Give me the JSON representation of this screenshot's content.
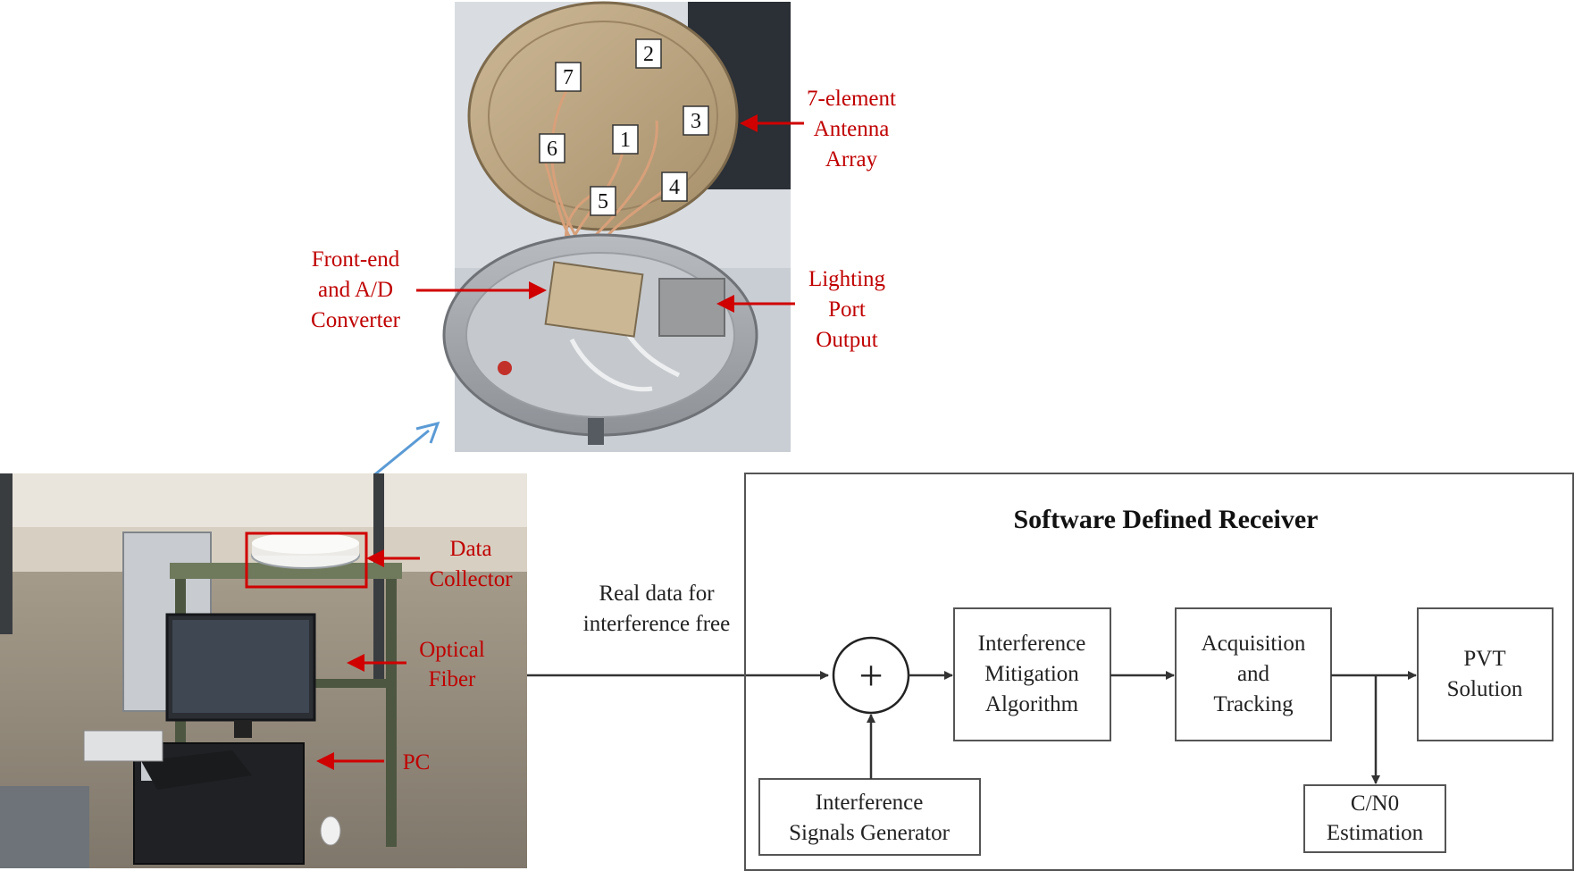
{
  "top_photo": {
    "antenna_numbers": [
      "1",
      "2",
      "3",
      "4",
      "5",
      "6",
      "7"
    ],
    "labels": {
      "antenna_array": [
        "7-element",
        "Antenna",
        "Array"
      ],
      "front_end": [
        "Front-end",
        "and A/D",
        "Converter"
      ],
      "lighting_port": [
        "Lighting",
        "Port",
        "Output"
      ]
    }
  },
  "bottom_photo": {
    "labels": {
      "data_collector": [
        "Data",
        "Collector"
      ],
      "optical_fiber": [
        "Optical",
        "Fiber"
      ],
      "pc": [
        "PC"
      ]
    }
  },
  "flow": {
    "input_label": [
      "Real data for",
      "interference free"
    ],
    "receiver_title": "Software Defined Receiver",
    "sum_symbol": "+",
    "blocks": {
      "mitigation": [
        "Interference",
        "Mitigation",
        "Algorithm"
      ],
      "acquisition": [
        "Acquisition",
        "and",
        "Tracking"
      ],
      "pvt": [
        "PVT",
        "Solution"
      ],
      "cn0": [
        "C/N0",
        "Estimation"
      ],
      "generator": [
        "Interference",
        "Signals Generator"
      ]
    }
  },
  "colors": {
    "label_red": "#c00000",
    "arrow_red": "#d00000",
    "zoom_arrow_blue": "#5b9bd5",
    "line_dark": "#333333"
  }
}
